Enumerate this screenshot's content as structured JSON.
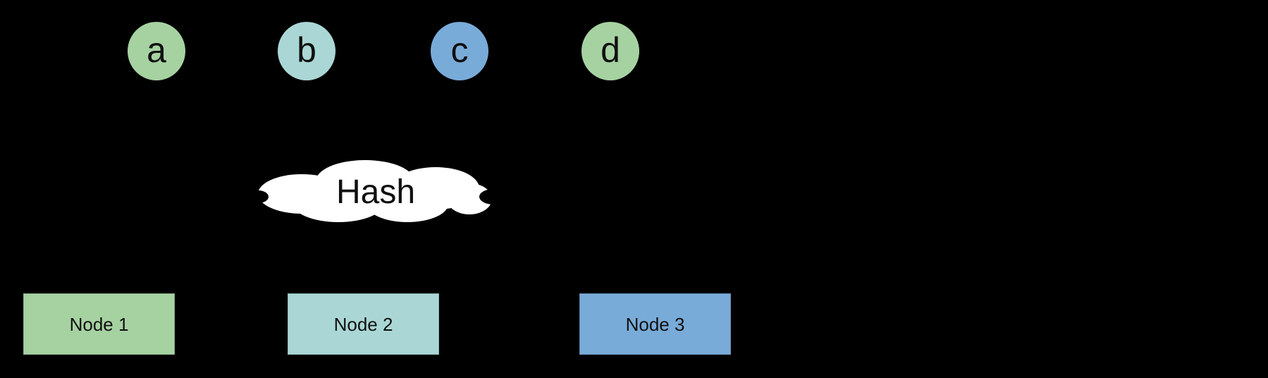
{
  "colors": {
    "bg": "#000000",
    "green": "#a6d2a2",
    "teal": "#aad7d5",
    "blue": "#79abd9",
    "cloud_fill": "#ffffff",
    "shape_text": "#101010"
  },
  "keys": [
    {
      "label": "a",
      "color": "green"
    },
    {
      "label": "b",
      "color": "teal"
    },
    {
      "label": "c",
      "color": "blue"
    },
    {
      "label": "d",
      "color": "green"
    }
  ],
  "hash_cloud": {
    "label": "Hash",
    "color": "cloud_fill"
  },
  "nodes": [
    {
      "label": "Node 1",
      "color": "green"
    },
    {
      "label": "Node 2",
      "color": "teal"
    },
    {
      "label": "Node 3",
      "color": "blue"
    }
  ]
}
